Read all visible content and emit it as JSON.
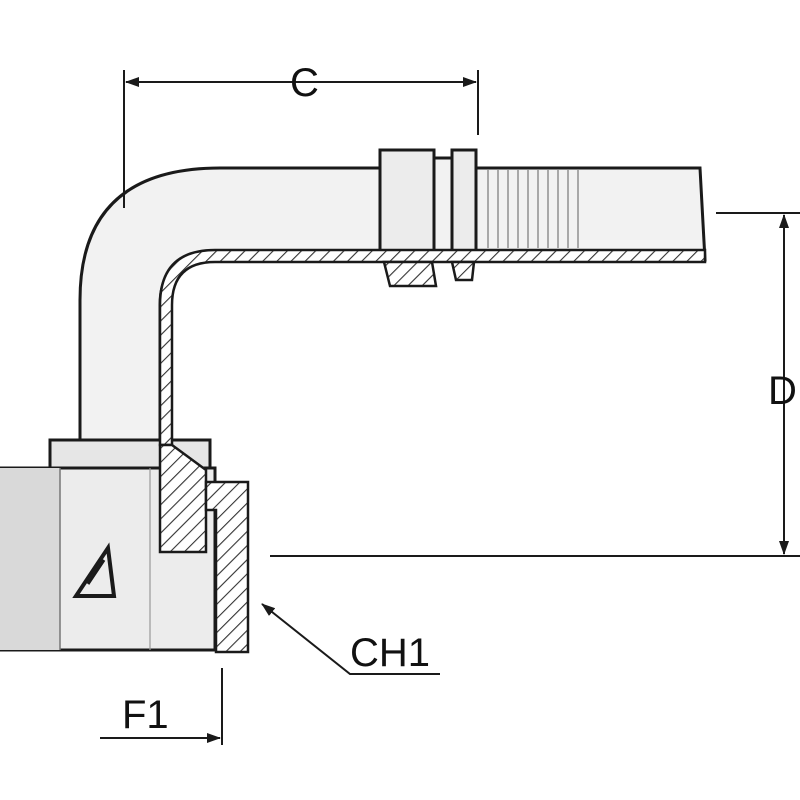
{
  "dimensions": {
    "C": "C",
    "D": "D",
    "CH1": "CH1",
    "F1": "F1"
  },
  "colors": {
    "line": "#1a1a1a",
    "body_fill": "#f2f2f2",
    "shade_fill": "#d9d9d9",
    "section_fill": "#ffffff",
    "hatch": "#333333",
    "background": "#ffffff"
  },
  "icons": {
    "brand_logo": "triangle-logo-icon"
  }
}
